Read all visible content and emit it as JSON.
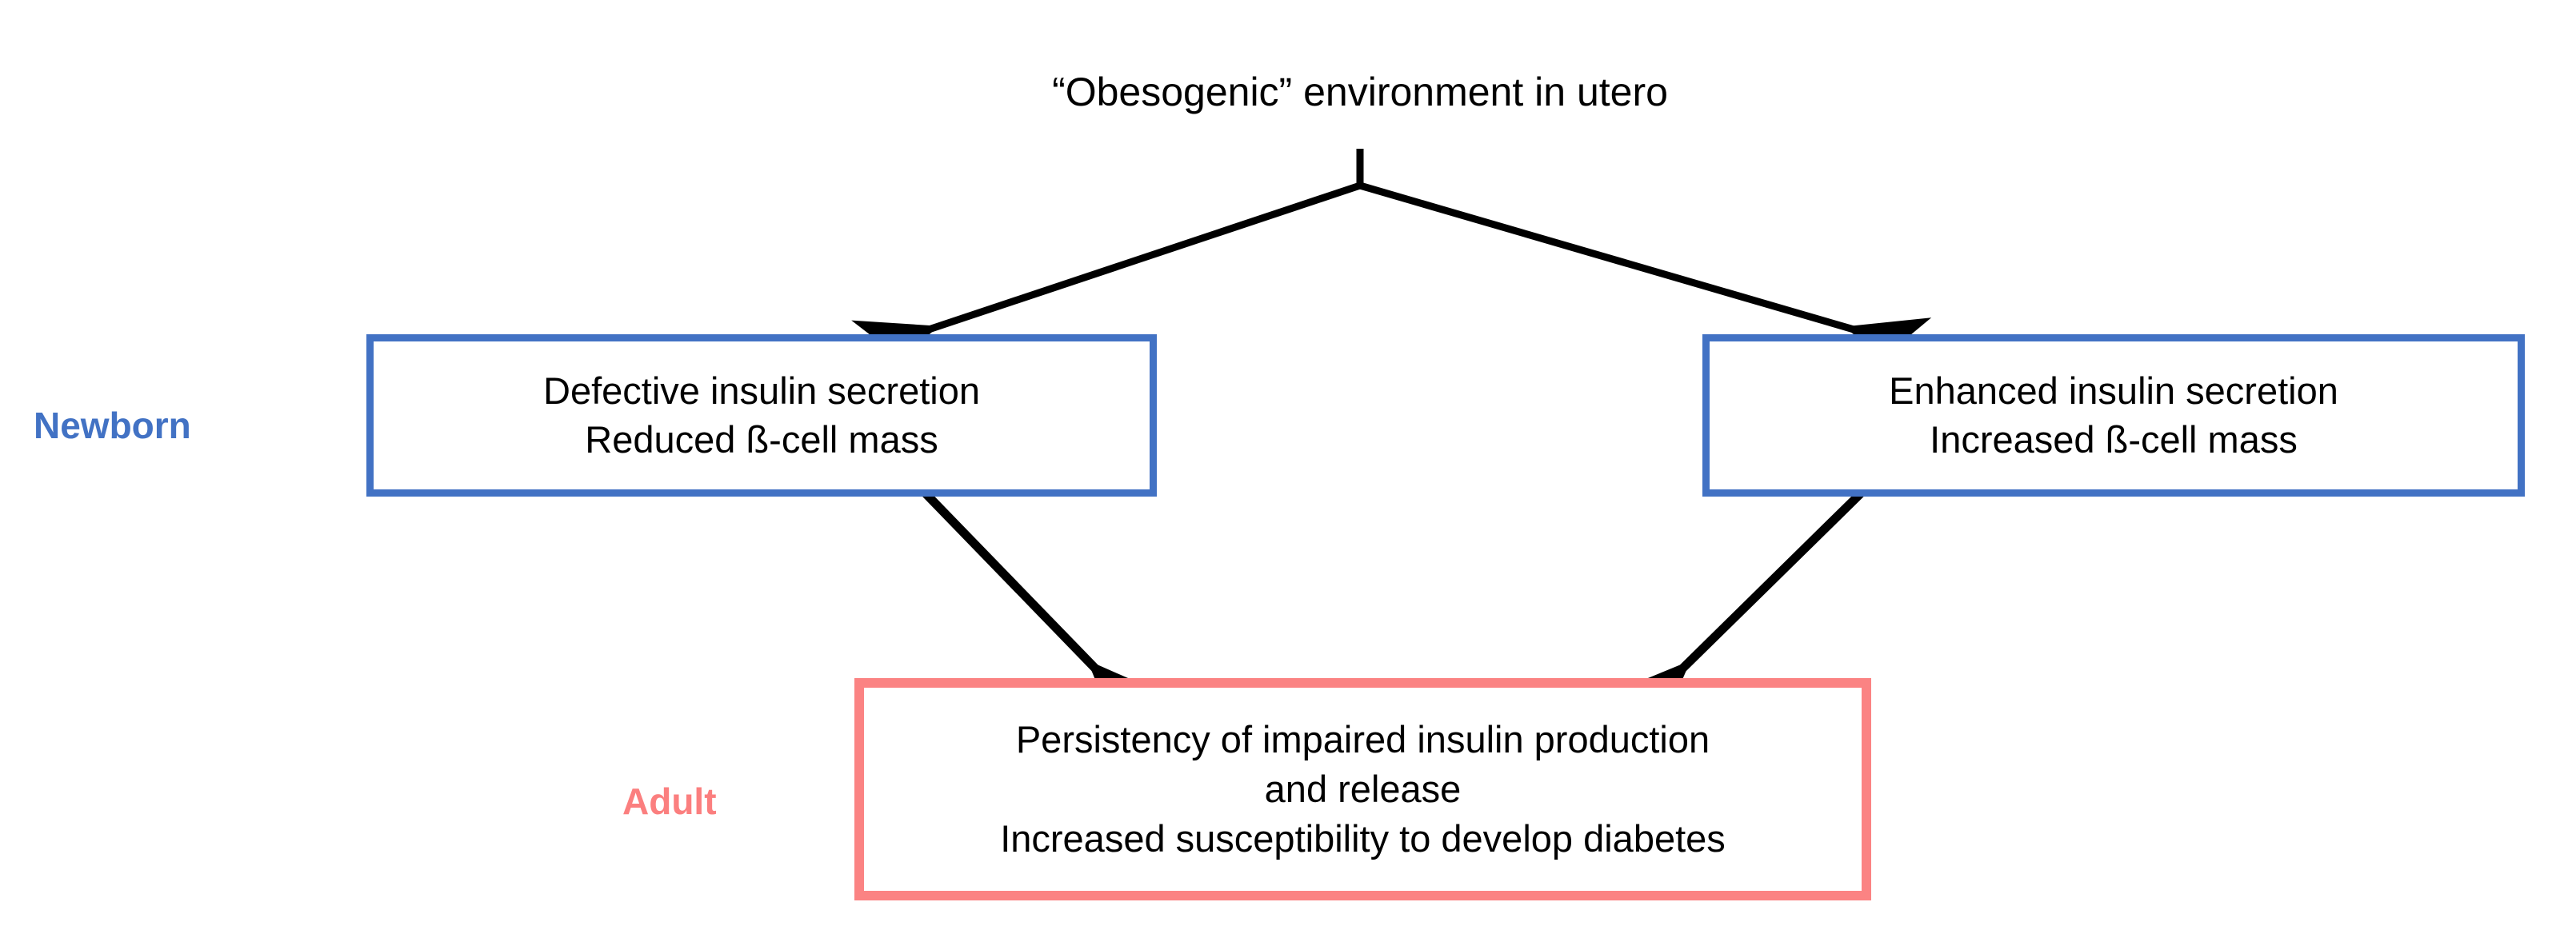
{
  "diagram": {
    "title": "“Obesogenic” environment in utero",
    "colors": {
      "newborn_blue": "#4272C4",
      "adult_red": "#FB8383",
      "arrow_black": "#000000",
      "background": "#FFFFFF"
    },
    "stage_labels": {
      "newborn": "Newborn",
      "adult": "Adult"
    },
    "nodes": {
      "newborn_left": {
        "line1": "Defective insulin secretion",
        "line2": "Reduced ß-cell mass"
      },
      "newborn_right": {
        "line1": "Enhanced insulin secretion",
        "line2": "Increased ß-cell mass"
      },
      "adult": {
        "line1": "Persistency of impaired insulin production",
        "line2": "and release",
        "line3": "Increased susceptibility to develop diabetes"
      }
    },
    "arrows": [
      {
        "name": "title-stem",
        "from": "title",
        "to": "branch-point"
      },
      {
        "name": "title-to-newborn-left",
        "from": "title",
        "to": "newborn_left"
      },
      {
        "name": "title-to-newborn-right",
        "from": "title",
        "to": "newborn_right"
      },
      {
        "name": "newborn-left-to-adult",
        "from": "newborn_left",
        "to": "adult"
      },
      {
        "name": "newborn-right-to-adult",
        "from": "newborn_right",
        "to": "adult"
      }
    ]
  }
}
